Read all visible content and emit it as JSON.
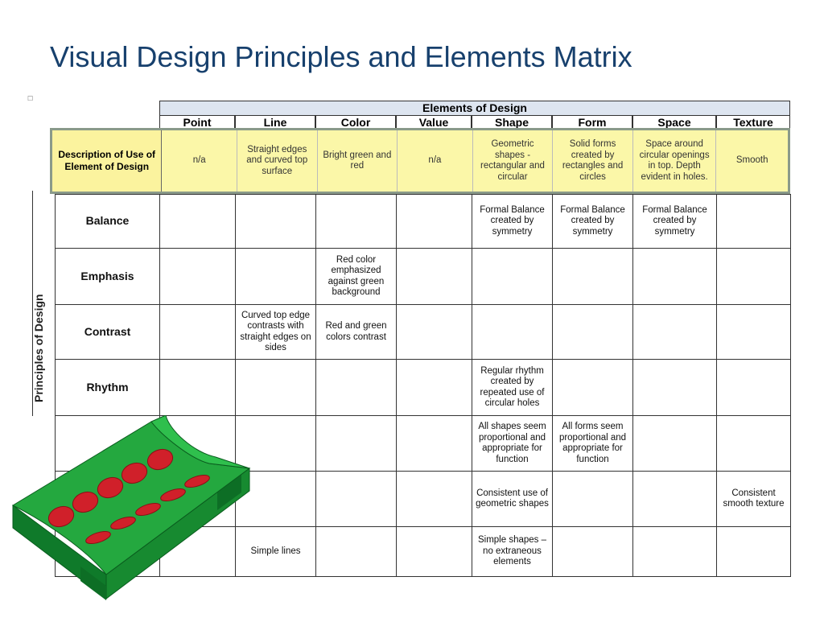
{
  "slide": {
    "title": "Visual Design Principles and Elements Matrix",
    "mark": "☐"
  },
  "matrix": {
    "elements_title": "Elements of Design",
    "principles_title": "Principles of Design",
    "columns": [
      "Point",
      "Line",
      "Color",
      "Value",
      "Shape",
      "Form",
      "Space",
      "Texture"
    ],
    "description_label": "Description of Use of Element of Design",
    "descriptions": [
      "n/a",
      "Straight edges and curved top surface",
      "Bright green and red",
      "n/a",
      "Geometric shapes - rectangular and circular",
      "Solid forms created by rectangles and circles",
      "Space around circular openings in top. Depth evident in holes.",
      "Smooth"
    ],
    "rows": [
      {
        "principle": "Balance",
        "cells": [
          "",
          "",
          "",
          "",
          "Formal Balance created by symmetry",
          "Formal Balance created by symmetry",
          "Formal Balance created by symmetry",
          ""
        ]
      },
      {
        "principle": "Emphasis",
        "cells": [
          "",
          "",
          "Red color emphasized against green background",
          "",
          "",
          "",
          "",
          ""
        ]
      },
      {
        "principle": "Contrast",
        "cells": [
          "",
          "Curved top edge contrasts with straight edges on sides",
          "Red and green colors contrast",
          "",
          "",
          "",
          "",
          ""
        ]
      },
      {
        "principle": "Rhythm",
        "cells": [
          "",
          "",
          "",
          "",
          "Regular rhythm created by repeated use of circular holes",
          "",
          "",
          ""
        ]
      },
      {
        "principle": "",
        "cells": [
          "",
          "",
          "",
          "",
          "All shapes seem proportional and appropriate for function",
          "All forms seem proportional and appropriate for function",
          "",
          ""
        ]
      },
      {
        "principle": "",
        "cells": [
          "",
          "",
          "",
          "",
          "Consistent use of geometric shapes",
          "",
          "",
          "Consistent smooth texture"
        ]
      },
      {
        "principle": "",
        "cells": [
          "",
          "Simple lines",
          "",
          "",
          "Simple shapes – no extraneous elements",
          "",
          "",
          ""
        ]
      }
    ]
  },
  "model_image": {
    "icon": "green-block-with-red-holes-model",
    "colors": {
      "body": "#1f9a3a",
      "holes": "#d0202a"
    }
  }
}
